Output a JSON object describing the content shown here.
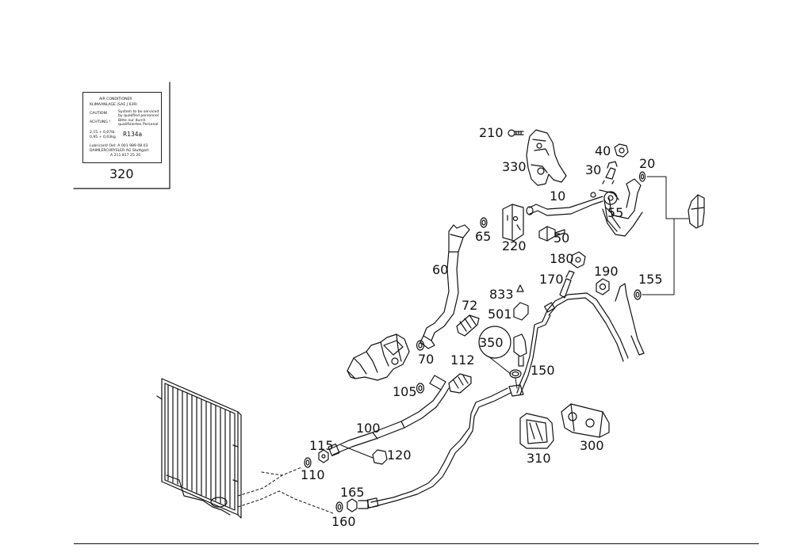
{
  "label_decal": {
    "part_no": "320",
    "lines": {
      "title": "AIR CONDITIONER",
      "subtitle": "KLIMAANLAGE (SAE J 639)",
      "caution": "CAUTION!",
      "caution_text_1": "System to be serviced",
      "caution_text_2": "by qualified personnel",
      "achtung": "ACHTUNG !",
      "achtung_text_1": "Bitte nur durch",
      "achtung_text_2": "qualifiziertes Personal",
      "charge_1": "2,15 + 0,07lb",
      "charge_2": "0,95 + 0,03kg",
      "refrigerant": "R134a",
      "lubricant": "Lubricant/ Oel:    A 001 989 08 03",
      "maker": "DAIMLERCHRYSLER AG Stuttgart",
      "decal_no": "A 211 817 25 20"
    }
  },
  "callouts": {
    "p210": "210",
    "p330": "330",
    "p40": "40",
    "p30": "30",
    "p20": "20",
    "p10": "10",
    "p55": "55",
    "p65": "65",
    "p50": "50",
    "p220": "220",
    "p180": "180",
    "p190": "190",
    "p60": "60",
    "p170": "170",
    "p155": "155",
    "p833": "833",
    "p72": "72",
    "p501": "501",
    "p350": "350",
    "p70": "70",
    "p112": "112",
    "p150": "150",
    "p105": "105",
    "p100": "100",
    "p115": "115",
    "p120": "120",
    "p110": "110",
    "p310": "310",
    "p300": "300",
    "p165": "165",
    "p160": "160"
  }
}
